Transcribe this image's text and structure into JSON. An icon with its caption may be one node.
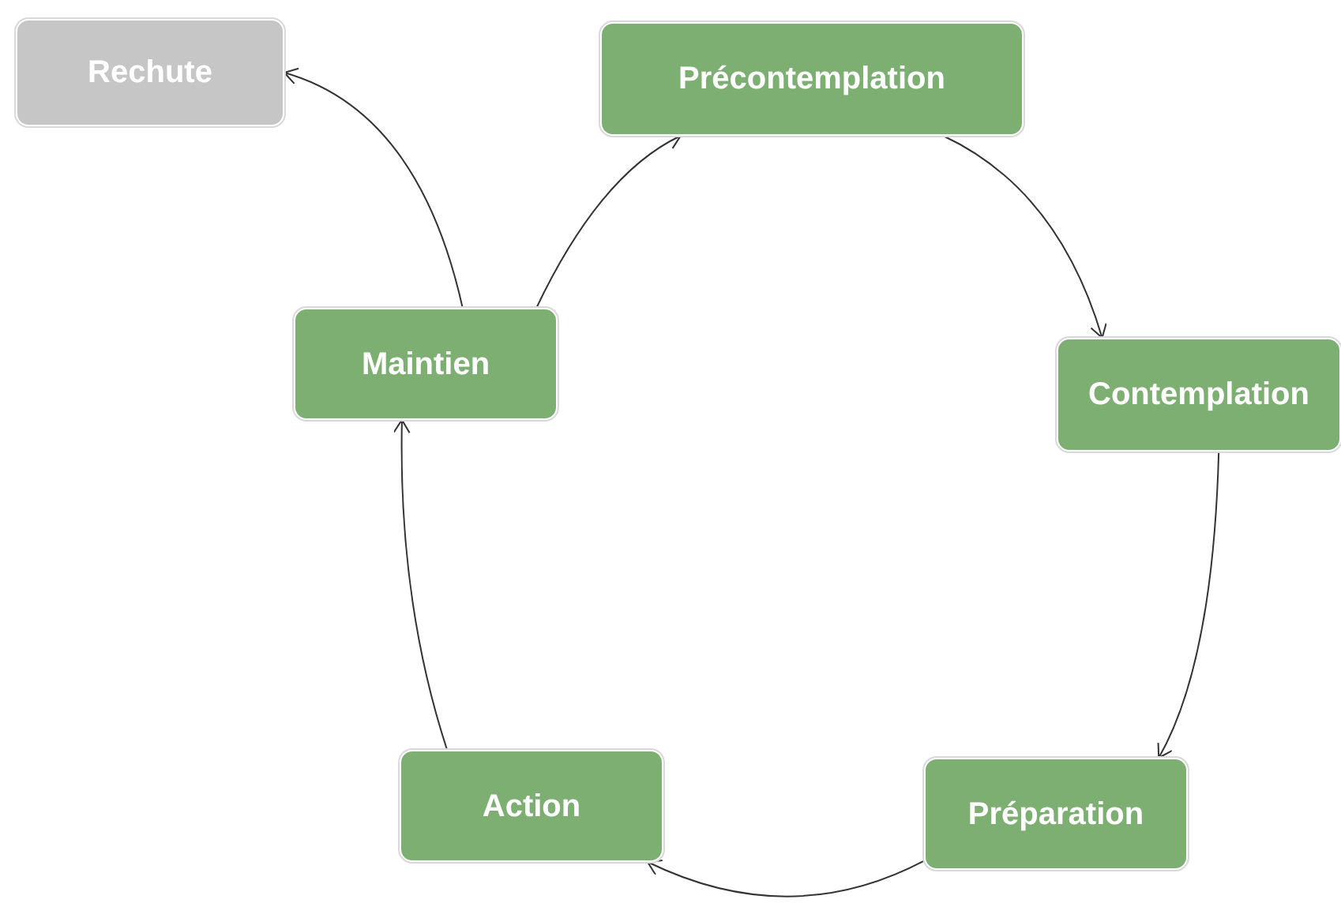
{
  "diagram": {
    "nodes": [
      {
        "text": [
          "Rechute"
        ]
      },
      {
        "text": [
          "Précontemplation"
        ]
      },
      {
        "text": [
          "Maintien"
        ]
      },
      {
        "text": [
          "Contemplation"
        ]
      },
      {
        "text": [
          "Action"
        ]
      },
      {
        "text": [
          "Préparation"
        ]
      }
    ],
    "edges": [
      {
        "from": 2,
        "to": 0,
        "arrow": "to"
      },
      {
        "from": 2,
        "to": 1,
        "arrow": "to"
      },
      {
        "from": 1,
        "to": 3,
        "arrow": "to"
      },
      {
        "from": 3,
        "to": 5,
        "arrow": "to"
      },
      {
        "from": 5,
        "to": 4,
        "arrow": "to"
      },
      {
        "from": 4,
        "to": 2,
        "arrow": "to"
      }
    ]
  }
}
